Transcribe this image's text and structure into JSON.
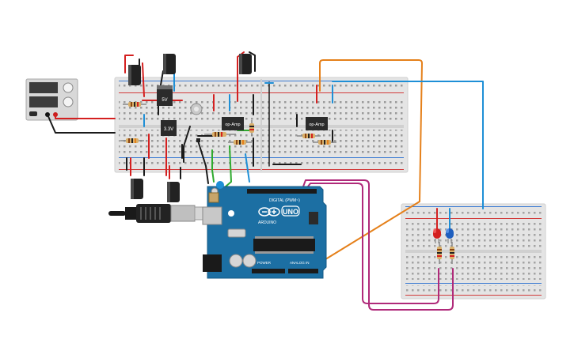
{
  "components": {
    "power_supply": {
      "name": "DC power supply"
    },
    "regulator_5v": {
      "label": "5V"
    },
    "regulator_3v3": {
      "label": "3.3V"
    },
    "opamp_1": {
      "label": "op-Amp"
    },
    "opamp_2": {
      "label": "op-Amp"
    },
    "arduino": {
      "uno_label": "UNO",
      "arduino_label": "ARDUINO",
      "digital_label": "DIGITAL (PWM~)",
      "power_label": "POWER",
      "analog_label": "ANALOG IN"
    },
    "leds": [
      {
        "name": "red LED",
        "color": "#d32020"
      },
      {
        "name": "blue LED",
        "color": "#1f5fbf"
      }
    ]
  },
  "colors": {
    "wire_red": "#d42020",
    "wire_black": "#1a1a1a",
    "wire_blue": "#1e8fd6",
    "wire_green": "#2eaa2e",
    "wire_orange": "#e5801a",
    "wire_magenta": "#b02a7a",
    "arduino_blue": "#1c6fa3",
    "breadboard": "#e6e6e6"
  }
}
